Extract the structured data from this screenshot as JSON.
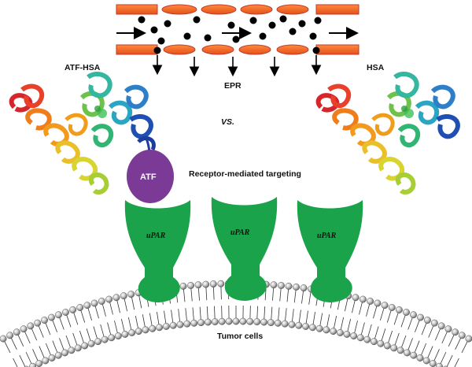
{
  "labels": {
    "atf_hsa": "ATF-HSA",
    "hsa": "HSA",
    "epr": "EPR",
    "vs": "VS.",
    "receptor_targeting": "Receptor-mediated targeting",
    "atf": "ATF",
    "upar": [
      "uPAR",
      "uPAR",
      "uPAR"
    ],
    "tumor_cells": "Tumor cells"
  },
  "colors": {
    "vessel_wall": "#f26522",
    "vessel_wall_dark": "#c0392b",
    "receptor": "#1aa34a",
    "atf": "#7b3a96",
    "lipid_head": "#9a9a9a",
    "nanoparticle": "#000000"
  },
  "icons": {
    "blood_flow": "arrow-right-icon",
    "extravasation": "arrow-down-icon",
    "protein": "protein-ribbon-icon"
  }
}
